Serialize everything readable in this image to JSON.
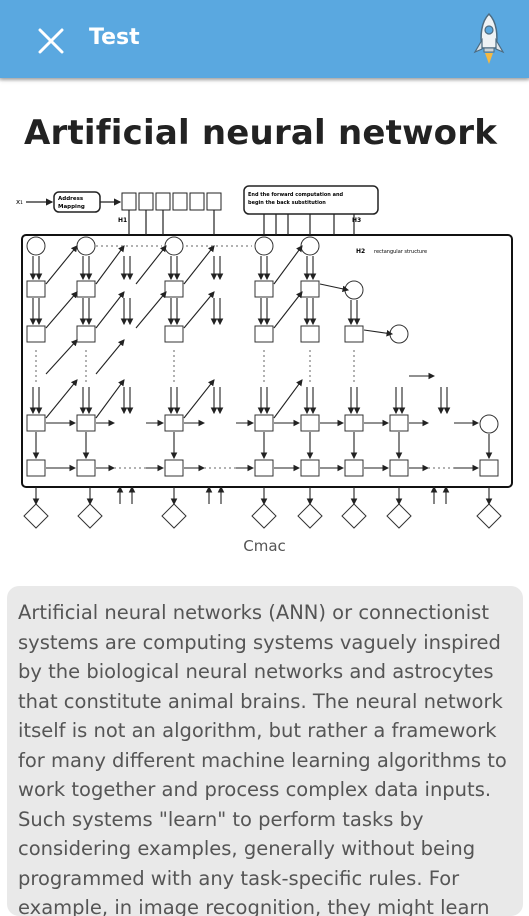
{
  "appbar": {
    "title": "Test",
    "close_icon": "close-icon",
    "logo_icon": "rocket-icon",
    "color": "#5aa8e0"
  },
  "article": {
    "title": "Artificial neural network",
    "figure_caption": "Cmac",
    "figure_labels": {
      "input": "x₁",
      "address_mapping": "Address Mapping",
      "h1": "H1",
      "h2": "H2",
      "h3": "H3",
      "rect_structure": "rectangular structure",
      "end_box": "End the forward computation and begin the back substitution"
    },
    "description": "Artificial neural networks (ANN) or connectionist systems are computing systems vaguely inspired by the biological neural networks and astrocytes that constitute animal brains. The neural network itself is not an algorithm, but rather a framework for many different machine learning algorithms to work together and process complex data inputs. Such systems \"learn\" to perform tasks by considering examples, generally without being programmed with any task-specific rules. For example, in image recognition, they might learn to"
  }
}
